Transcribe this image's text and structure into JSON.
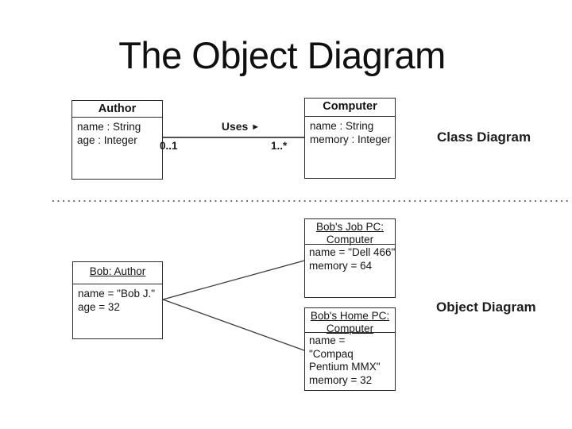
{
  "slide": {
    "title": "The Object Diagram"
  },
  "class_diagram": {
    "section_label": "Class Diagram",
    "author_class": {
      "name": "Author",
      "attributes": [
        "name : String",
        "age : Integer"
      ]
    },
    "computer_class": {
      "name": "Computer",
      "attributes": [
        "name : String",
        "memory : Integer"
      ]
    },
    "association": {
      "name": "Uses",
      "direction_arrow": "►",
      "author_multiplicity": "0..1",
      "computer_multiplicity": "1..*"
    }
  },
  "object_diagram": {
    "section_label": "Object Diagram",
    "bob_object": {
      "title": "Bob: Author",
      "attributes": [
        "name = \"Bob J.\"",
        "age = 32"
      ]
    },
    "job_pc_object": {
      "title_line1": "Bob's Job PC:",
      "title_line2": "Computer",
      "attributes": [
        "name = \"Dell 466\"",
        "memory = 64"
      ]
    },
    "home_pc_object": {
      "title_line1": "Bob's Home PC:",
      "title_line2": "Computer",
      "attributes": [
        "name = \"Compaq Pentium MMX\"",
        "memory = 32"
      ]
    }
  },
  "colors": {
    "background": "#ffffff",
    "ink": "#161616",
    "line": "#3a3a3a"
  }
}
